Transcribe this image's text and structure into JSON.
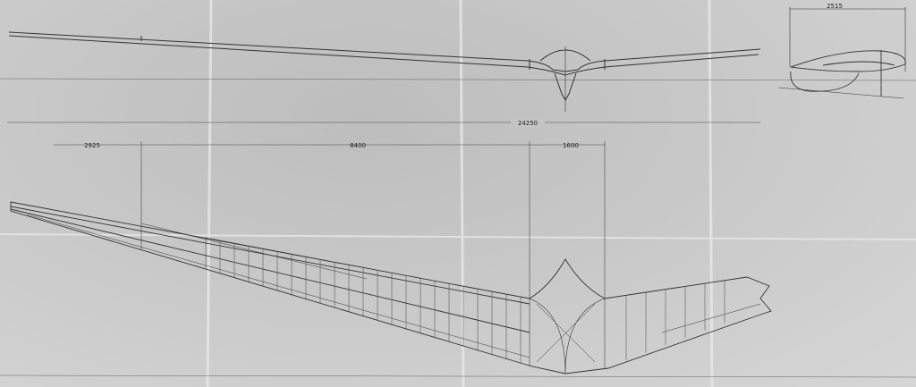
{
  "drawing": {
    "dimensions": {
      "span": "24250",
      "outer_section": "2925",
      "mid_section": "8400",
      "center_section": "1600",
      "profile_chord": "2515"
    }
  }
}
